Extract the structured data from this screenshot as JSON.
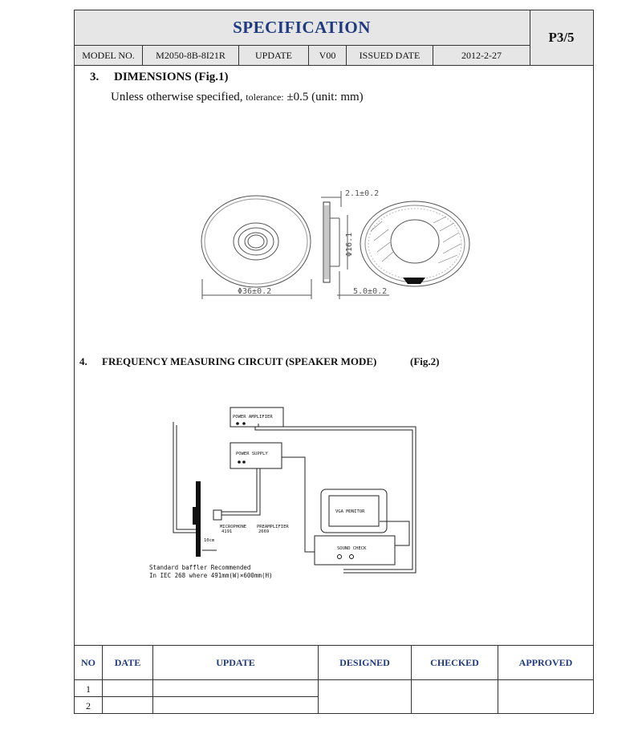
{
  "header": {
    "title": "SPECIFICATION",
    "page": "P3/5",
    "model_label": "MODEL NO.",
    "model_value": "M2050-8B-8I21R",
    "update_label": "UPDATE",
    "update_value": "V00",
    "issued_label": "ISSUED DATE",
    "issued_value": "2012-2-27"
  },
  "section3": {
    "number": "3.",
    "title": "DIMENSIONS (Fig.1)",
    "note_a": "Unless otherwise specified,",
    "note_b": "tolerance:",
    "note_c": "±0.5 (unit: mm)"
  },
  "figure1": {
    "dim_thickness": "2.1±0.2",
    "dim_inner": "Φ16.1",
    "dim_diameter": "Φ36±0.2",
    "dim_depth": "5.0±0.2"
  },
  "section4": {
    "number": "4.",
    "title": "FREQUENCY MEASURING CIRCUIT (SPEAKER MODE)",
    "fig": "(Fig.2)"
  },
  "figure2": {
    "power_amplifier": "POWER AMPLIFIER",
    "power_supply": "POWER SUPPLY",
    "microphone": "MICROPHONE",
    "microphone_no": "4191",
    "preamplifier": "PREAMPLIFIER",
    "preamplifier_no": "2669",
    "distance": "10cm",
    "vga_monitor": "VGA MONITOR",
    "sound_check": "SOUND CHECK",
    "baffle_note_1": "Standard baffler Recommended",
    "baffle_note_2": "In IEC 268 where 491mm(W)×600mm(H)"
  },
  "footer": {
    "headers": [
      "NO",
      "DATE",
      "UPDATE",
      "DESIGNED",
      "CHECKED",
      "APPROVED"
    ],
    "rows": [
      "1",
      "2"
    ]
  }
}
